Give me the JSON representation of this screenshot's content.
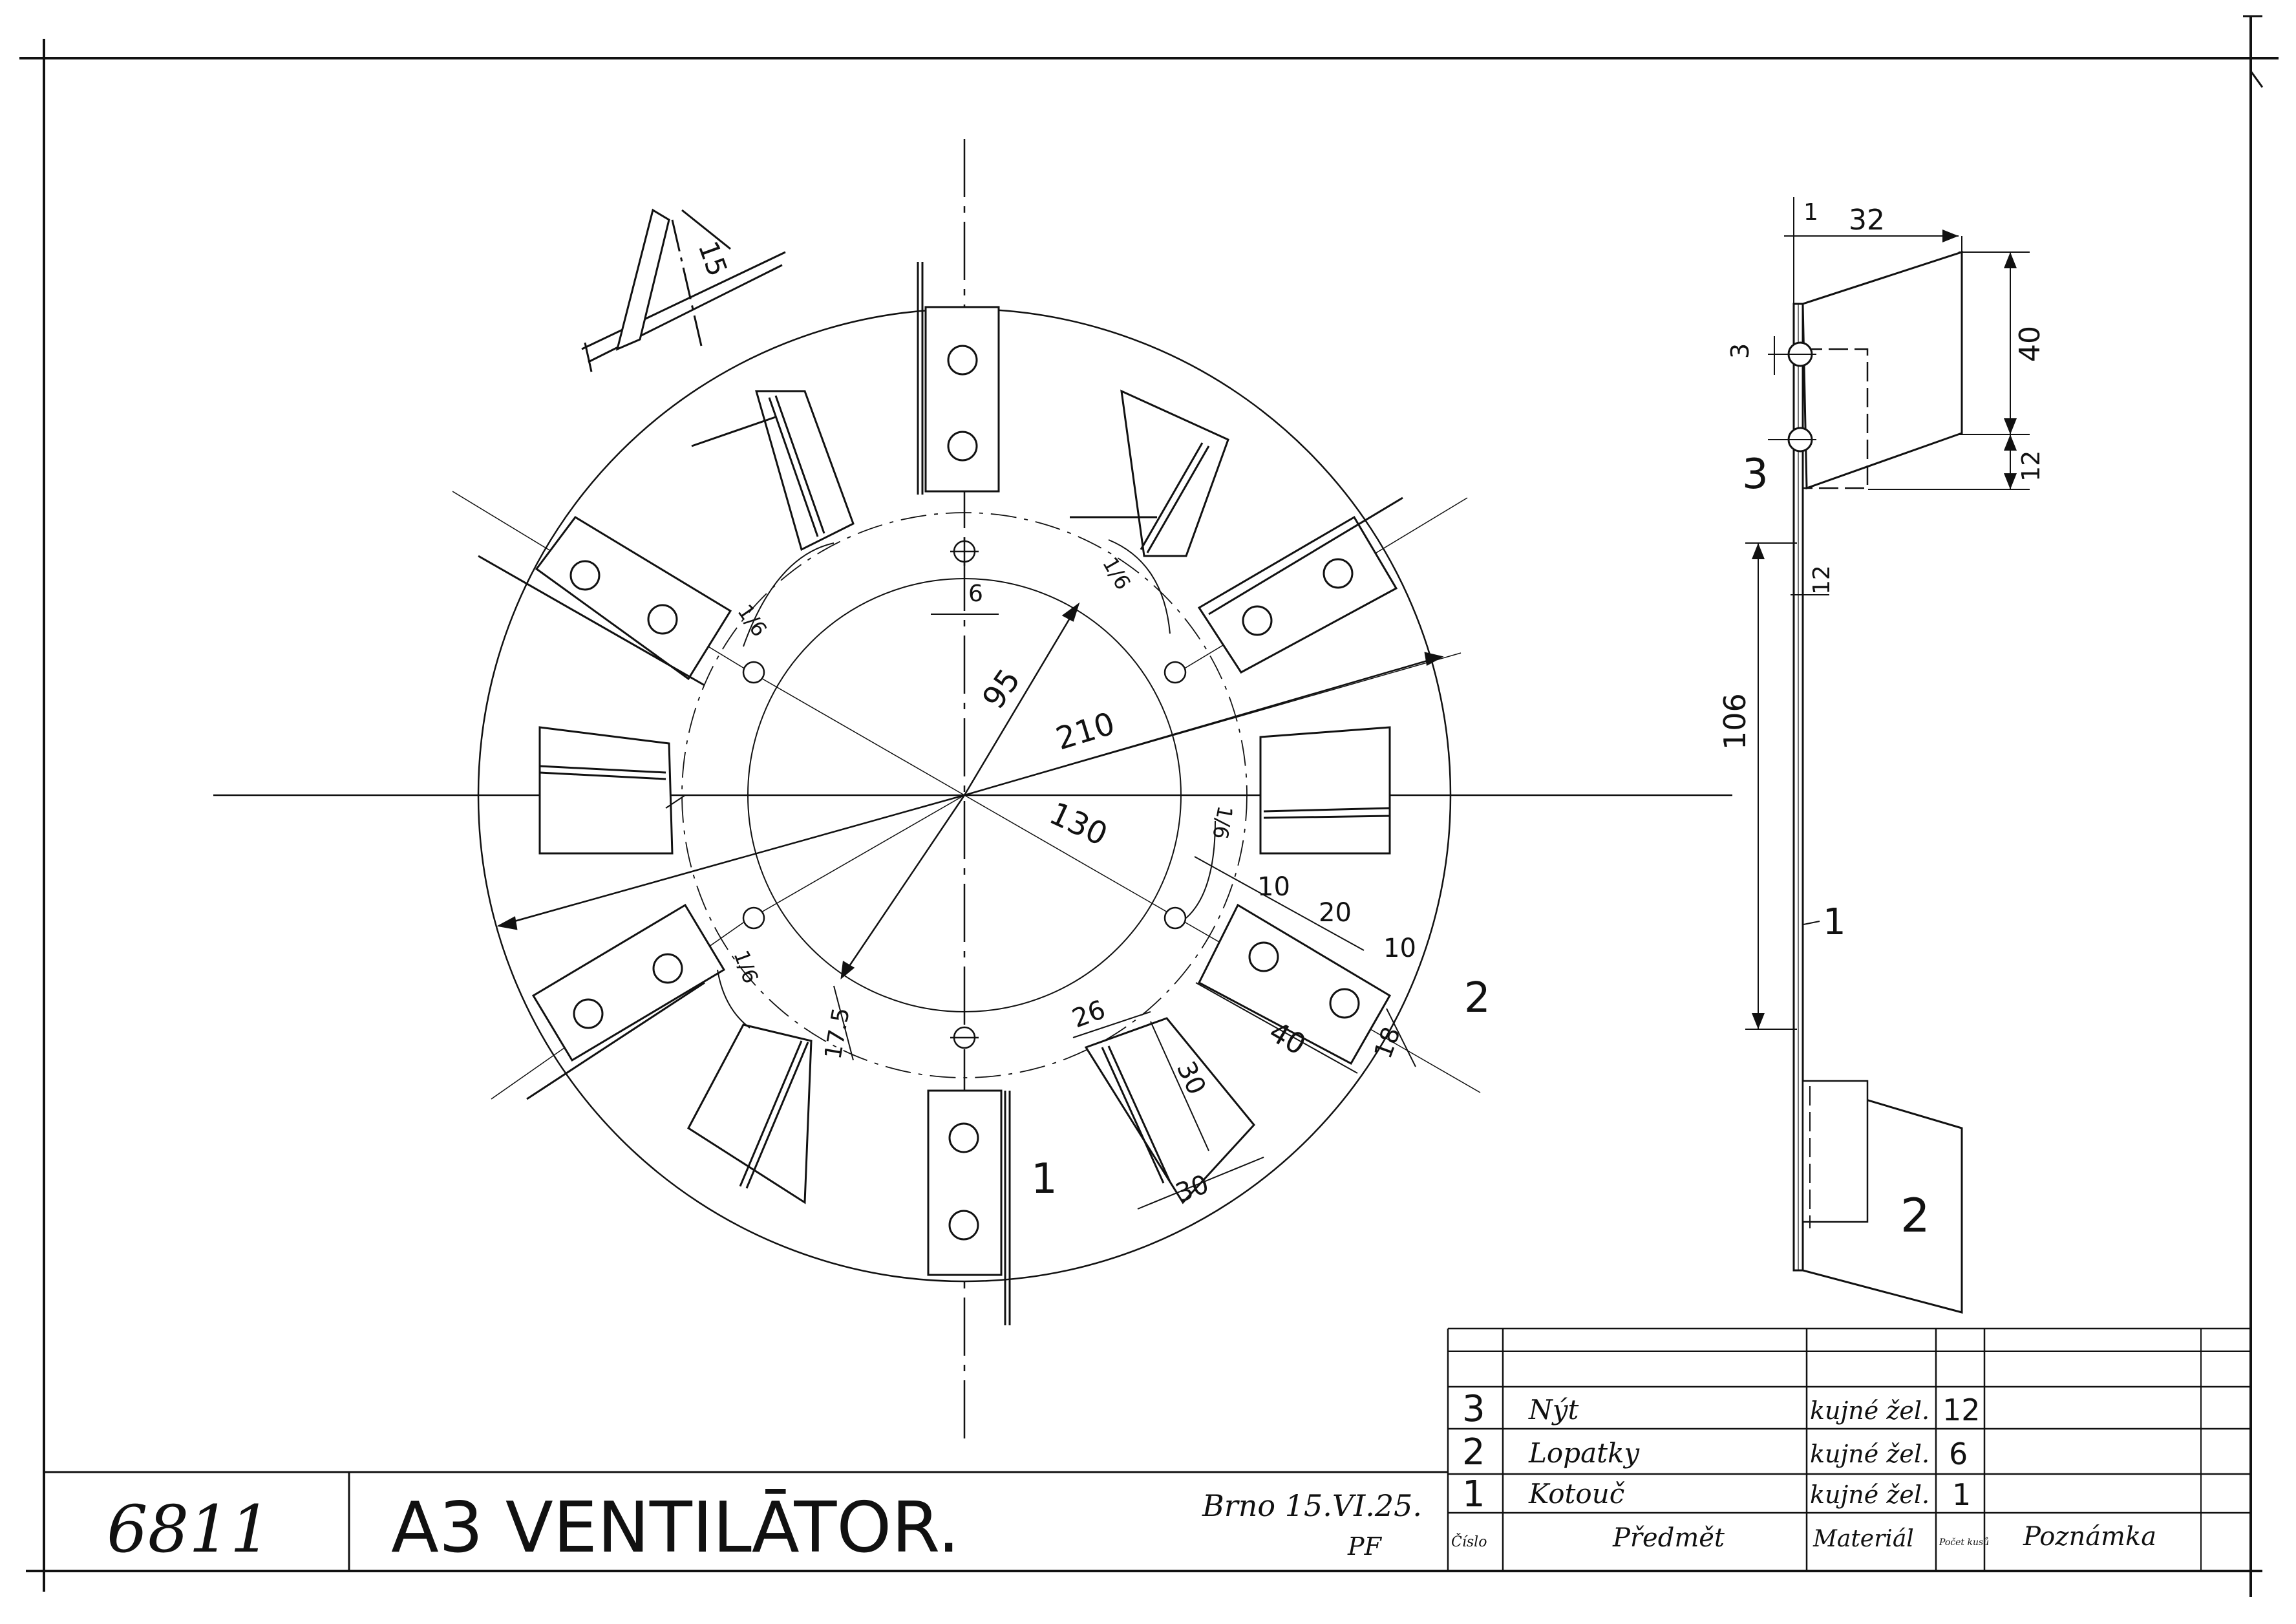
{
  "title_block": {
    "drawing_number": "6811",
    "title": "A3 VENTILĀTOR.",
    "place_date": "Brno 15.VI.25.",
    "signature": "PF",
    "header": {
      "number": "Číslo",
      "item": "Předmět",
      "material": "Materiál",
      "count": "Počet kusů",
      "note": "Poznámka"
    },
    "parts": [
      {
        "number": "3",
        "item": "Nýt",
        "material": "kujné žel.",
        "count": "12"
      },
      {
        "number": "2",
        "item": "Lopatky",
        "material": "kujné žel.",
        "count": "6"
      },
      {
        "number": "1",
        "item": "Kotouč",
        "material": "kujné žel.",
        "count": "1"
      }
    ]
  },
  "front_view": {
    "dimensions": {
      "d95": "95",
      "d210": "210",
      "d130": "130",
      "d6": "6",
      "d15": "15",
      "d10a": "10",
      "d20": "20",
      "d10b": "10",
      "d40": "40",
      "d18": "18",
      "d26": "26",
      "d30a": "30",
      "d30b": "30",
      "d17_5": "17.5",
      "d1_6a": "1/6",
      "d1_6b": "1/6",
      "d1_6c": "1/6",
      "d1_6d": "1/6"
    },
    "part_labels": {
      "p1": "1",
      "p2": "2"
    }
  },
  "side_view": {
    "dimensions": {
      "d32": "32",
      "d1": "1",
      "d3": "3",
      "d40": "40",
      "d12a": "12",
      "d12b": "12",
      "d106": "106"
    },
    "part_labels": {
      "p1": "1",
      "p2": "2",
      "p3": "3"
    }
  }
}
